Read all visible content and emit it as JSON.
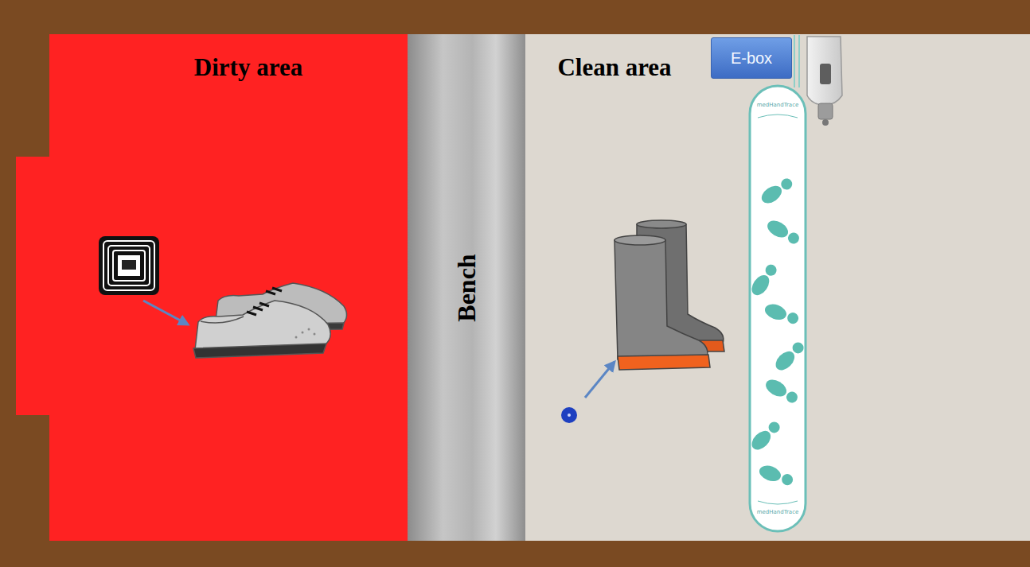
{
  "diagram": {
    "nodes": [
      {
        "text": [
          "Dirty area"
        ]
      },
      {
        "text": [
          "Bench"
        ]
      },
      {
        "text": [
          "Clean area"
        ]
      },
      {
        "text": [
          "E-box"
        ],
        "in": 2
      }
    ],
    "labels": [
      "medHandTrace",
      "medHandTrace"
    ]
  }
}
